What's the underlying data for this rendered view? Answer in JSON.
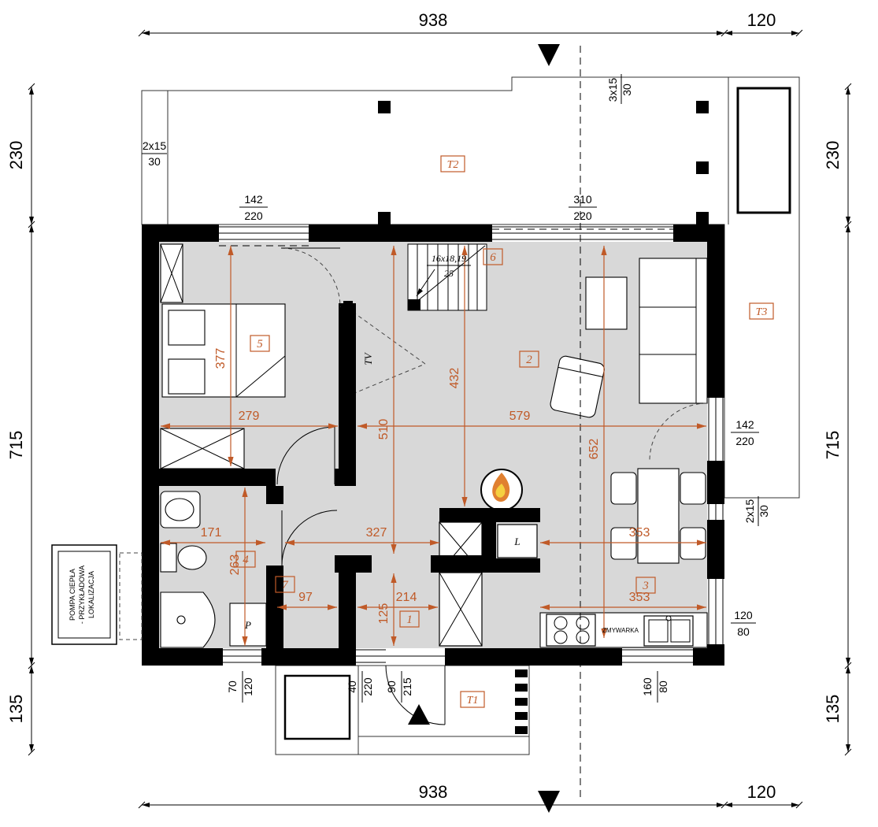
{
  "meta": {
    "title": "Rzut parteru — plan domu"
  },
  "outer_dims": {
    "top_main": "938",
    "top_side": "120",
    "bottom_main": "938",
    "bottom_side": "120",
    "left_top": "230",
    "left_mid": "715",
    "left_bot": "135",
    "right_top": "230",
    "right_mid": "715",
    "right_bot": "135"
  },
  "room_numbers": {
    "r1": "1",
    "r2": "2",
    "r3": "3",
    "r4": "4",
    "r5": "5",
    "r6": "6",
    "r7": "7"
  },
  "terraces": {
    "t1": "T1",
    "t2": "T2",
    "t3": "T3"
  },
  "interior_dims": {
    "d377": "377",
    "d279": "279",
    "d510": "510",
    "d432": "432",
    "d579": "579",
    "d652": "652",
    "d171": "171",
    "d263": "263",
    "d97": "97",
    "d327": "327",
    "d214": "214",
    "d125": "125",
    "d353a": "353",
    "d353b": "353"
  },
  "window_dims": {
    "bedroom": {
      "w": "142",
      "h": "220"
    },
    "living": {
      "w": "310",
      "h": "220"
    },
    "right": {
      "w": "142",
      "h": "220"
    },
    "left_small": {
      "w": "2x15",
      "h": "30"
    },
    "top_small": {
      "w": "3x15",
      "h": "30"
    },
    "right_small": {
      "w": "2x15",
      "h": "30"
    },
    "bath": {
      "w": "70",
      "h": "120"
    },
    "entry_side": {
      "w": "40",
      "h": "220"
    },
    "entry_door": {
      "w": "90",
      "h": "215"
    },
    "kitchen": {
      "w": "160",
      "h": "80"
    },
    "kitchen_right": {
      "w": "120",
      "h": "80"
    }
  },
  "stairs": {
    "steps": "16x18,19",
    "width": "25"
  },
  "fixtures": {
    "tv": "TV",
    "fridge": "L",
    "washer": "P",
    "dishwasher": "ZMYWARKA"
  },
  "heat_pump": {
    "line1": "POMPA CIEPŁA",
    "line2": "- PRZYKŁADOWA",
    "line3": "LOKALIZACJA"
  },
  "colors": {
    "dim_orange": "#c05a28",
    "wall_black": "#000000",
    "floor_gray": "#d8d8d8"
  }
}
